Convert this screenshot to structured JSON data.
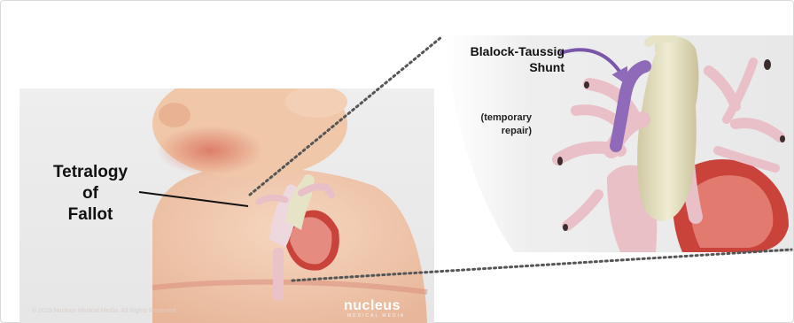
{
  "labels": {
    "condition": [
      "Tetralogy",
      "of",
      "Fallot"
    ],
    "shunt": [
      "Blalock-Taussig",
      "Shunt"
    ],
    "repair": [
      "(temporary",
      "repair)"
    ]
  },
  "brand": {
    "name": "nucleus",
    "sub": "MEDICAL MEDIA"
  },
  "copyright": "© 2019 Nucleus Medical Media. All Rights Reserved.",
  "colors": {
    "skin": "#f2c9ae",
    "aorta": "#e7e3c6",
    "vessel": "#e9bfc8",
    "shunt": "#8e6ab8",
    "heart_muscle": "#c9433b",
    "dotted_line": "#555555"
  }
}
